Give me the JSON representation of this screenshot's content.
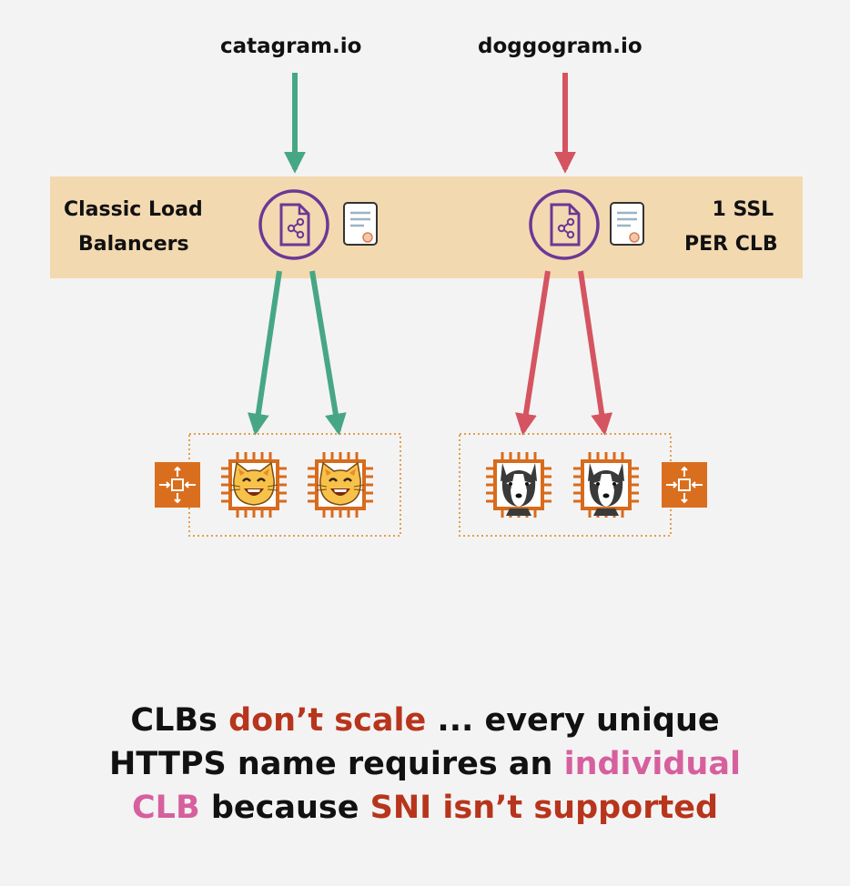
{
  "domains": {
    "cat": "catagram.io",
    "dog": "doggogram.io"
  },
  "band": {
    "left_label_line1": "Classic Load",
    "left_label_line2": "Balancers",
    "right_label_line1": "1 SSL",
    "right_label_line2": "PER CLB"
  },
  "colors": {
    "cat_arrow": "#47a785",
    "dog_arrow": "#d55461",
    "band": "#f3d9b0",
    "lb_purple": "#6b3896",
    "ec2_orange": "#d86b1c",
    "accent_red": "#b7351c",
    "accent_pink": "#d6609e"
  },
  "icons": {
    "load_balancer": "clb-share-document-icon",
    "certificate": "ssl-certificate-icon",
    "instance": "ec2-chip-icon",
    "autoscaling": "auto-scaling-icon",
    "cat": "cat-face-emoji",
    "dog": "husky-emoji"
  },
  "caption": {
    "l1a": "CLBs ",
    "l1b": "don’t scale",
    "l1c": " ... every unique",
    "l2a": "HTTPS name requires an ",
    "l2b": "individual",
    "l3a": "CLB",
    "l3b": " because ",
    "l3c": "SNI isn’t supported"
  }
}
